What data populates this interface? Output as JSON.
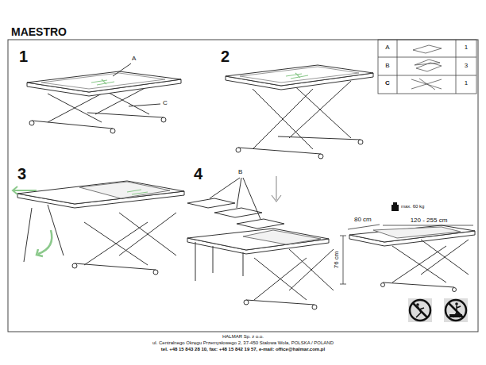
{
  "diagram": {
    "title": "MAESTRO",
    "labels": [
      "1",
      "A",
      "C",
      "2",
      "3",
      "4",
      "B",
      "A",
      "1",
      "B",
      "3",
      "C",
      "1",
      "max. 60 kg",
      "80 cm",
      "120 - 255 cm",
      "76 cm",
      "HALMAR Sp. z o.o.",
      "ul. Centralnego Okręgu Przemysłowego 2, 37-450 Stalowa Wola, POLSKA / POLAND",
      "tel. +48 15 843 28 10, fax: +48 15 842 19 57, e-mail: office@halmar.com.pl"
    ]
  }
}
